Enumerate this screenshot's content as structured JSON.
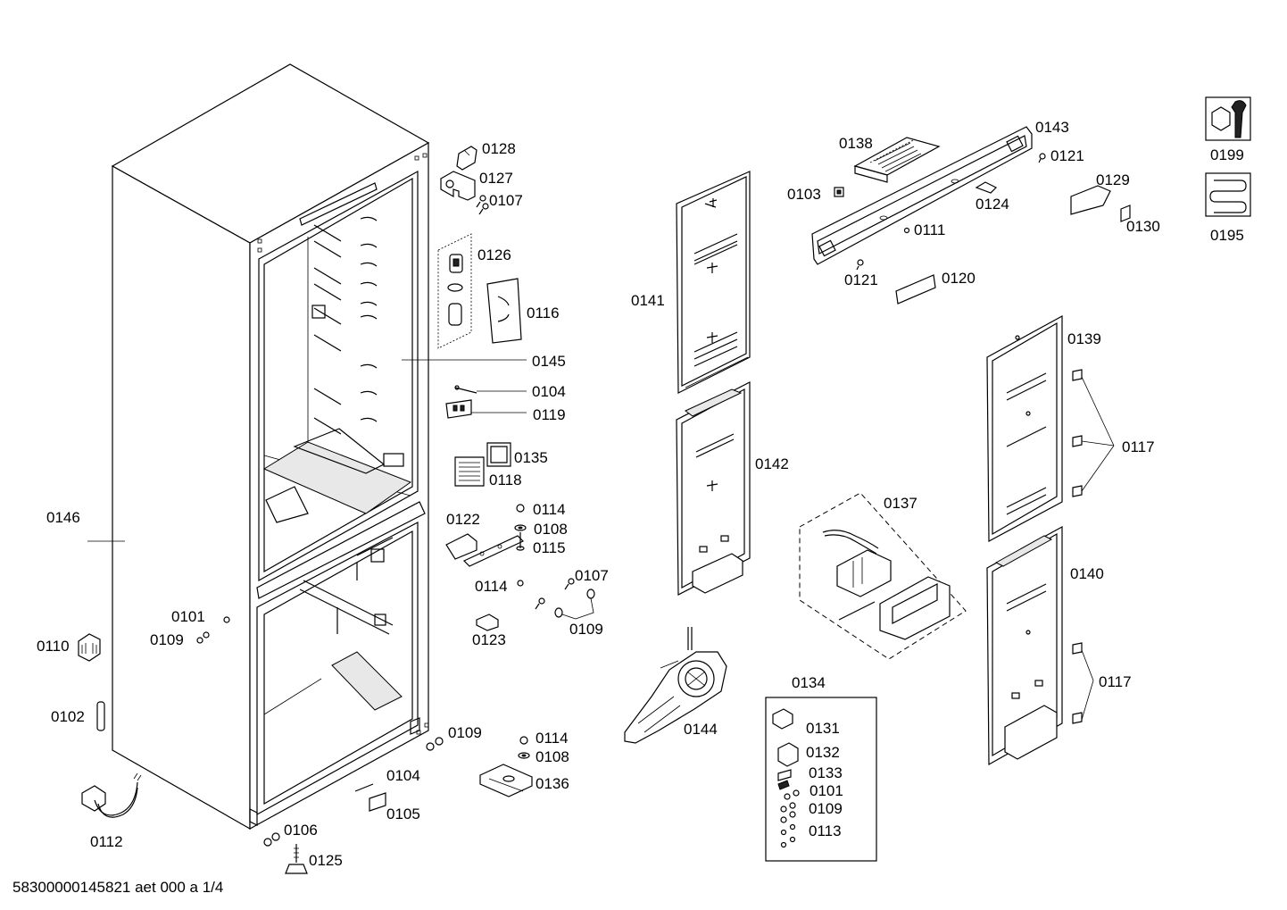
{
  "footer": "58300000145821 aet 000 a 1/4",
  "labels": {
    "l0128": "0128",
    "l0127": "0127",
    "l0107a": "0107",
    "l0126": "0126",
    "l0116": "0116",
    "l0145": "0145",
    "l0104a": "0104",
    "l0119": "0119",
    "l0135": "0135",
    "l0118": "0118",
    "l0146": "0146",
    "l0122": "0122",
    "l0114a": "0114",
    "l0108a": "0108",
    "l0115": "0115",
    "l0114b": "0114",
    "l0107b": "0107",
    "l0109a": "0109",
    "l0123": "0123",
    "l0101a": "0101",
    "l0109b": "0109",
    "l0110": "0110",
    "l0102": "0102",
    "l0112": "0112",
    "l0109c": "0109",
    "l0114c": "0114",
    "l0108b": "0108",
    "l0136": "0136",
    "l0104b": "0104",
    "l0105": "0105",
    "l0106": "0106",
    "l0125": "0125",
    "l0141": "0141",
    "l0142": "0142",
    "l0144": "0144",
    "l0138": "0138",
    "l0143": "0143",
    "l0121a": "0121",
    "l0103": "0103",
    "l0124": "0124",
    "l0111": "0111",
    "l0121b": "0121",
    "l0120": "0120",
    "l0129": "0129",
    "l0130": "0130",
    "l0199": "0199",
    "l0195": "0195",
    "l0139": "0139",
    "l0117a": "0117",
    "l0140": "0140",
    "l0117b": "0117",
    "l0137": "0137",
    "l0134": "0134",
    "l0131": "0131",
    "l0132": "0132",
    "l0133": "0133",
    "l0101b": "0101",
    "l0109d": "0109",
    "l0113": "0113"
  }
}
